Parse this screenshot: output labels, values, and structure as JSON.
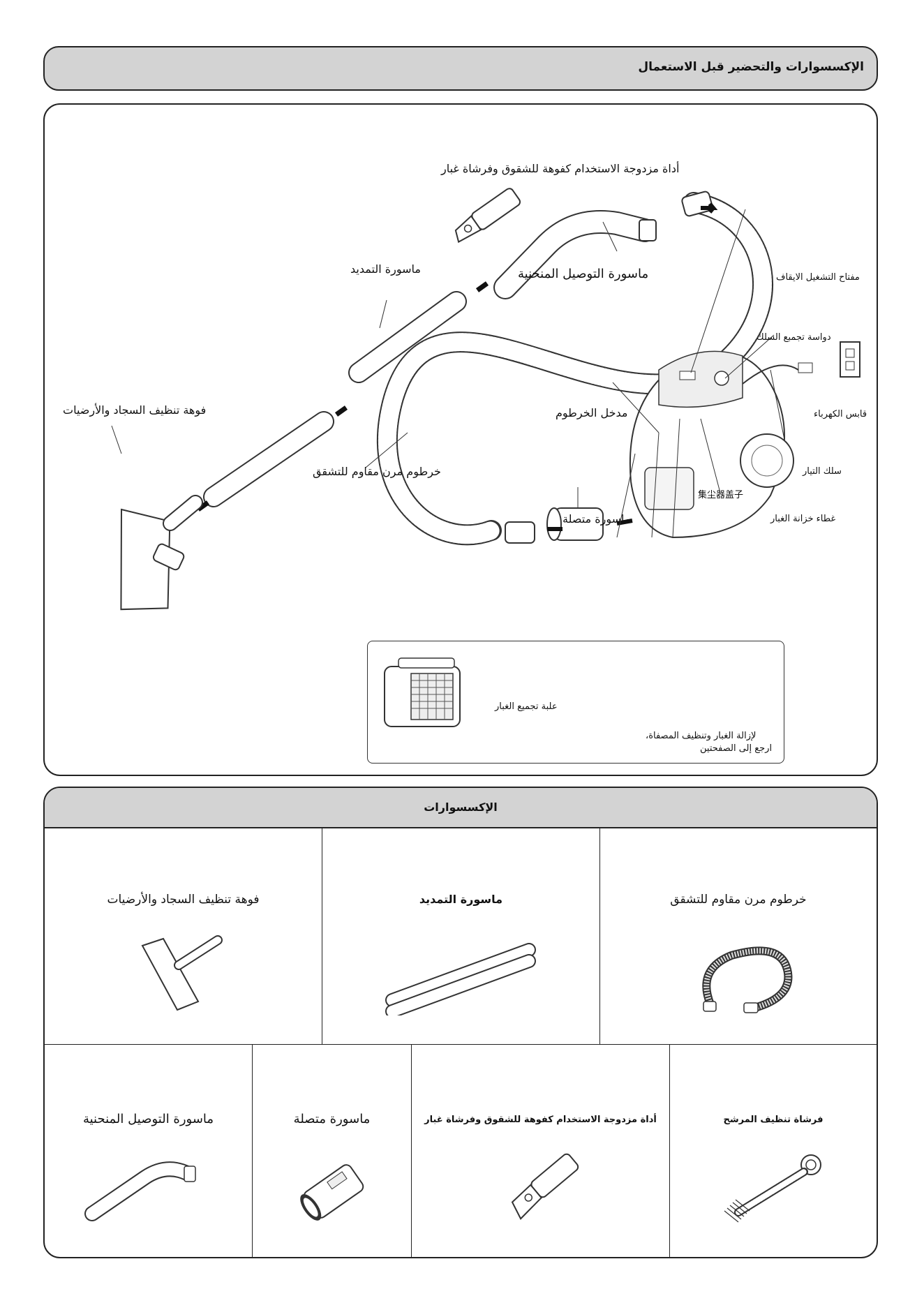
{
  "header": {
    "title": "الإكسسوارات والتحضير قبل الاستعمال"
  },
  "diagram": {
    "labels": {
      "dual_tool": "أداة مزدوجة الاستخدام كفوهة للشقوق وفرشاة غبار",
      "extension_pipe": "ماسورة التمديد",
      "curved_pipe": "ماسورة التوصيل المنحنية",
      "power_switch": "مفتاح التشغيل الايقاف",
      "cord_pedal": "دواسة تجمبع السلك",
      "floor_nozzle": "فوهة تنظيف السجاد والأرضيات",
      "hose_inlet": "مدخل الخرطوم",
      "power_plug": "قابس الكهرباء",
      "flexible_hose": "خرطوم مرن مقاوم للتشقق",
      "power_cord": "سلك التيار",
      "chinese_label": "集尘器盖子",
      "connecting_pipe": "ماسورة متصلة",
      "dust_cover": "غطاء خزانة الغبار"
    },
    "dust_box": {
      "label": "علبة تجميع الغبار",
      "note_line1": "لإزالة الغبار وتنظيف المصفاة،",
      "note_line2": "ارجع إلى الصفحتين"
    }
  },
  "accessories": {
    "title": "الإكسسوارات",
    "row1": [
      "فوهة تنظيف السجاد والأرضيات",
      "ماسورة التمديد",
      "خرطوم مرن مقاوم للتشقق"
    ],
    "row2": [
      "ماسورة التوصيل المنحنية",
      "ماسورة متصلة",
      "أداة مزدوجة الاستخدام كفوهة للشقوق وفرشاة غبار",
      "فرشاة تنظيف المرشح"
    ]
  }
}
